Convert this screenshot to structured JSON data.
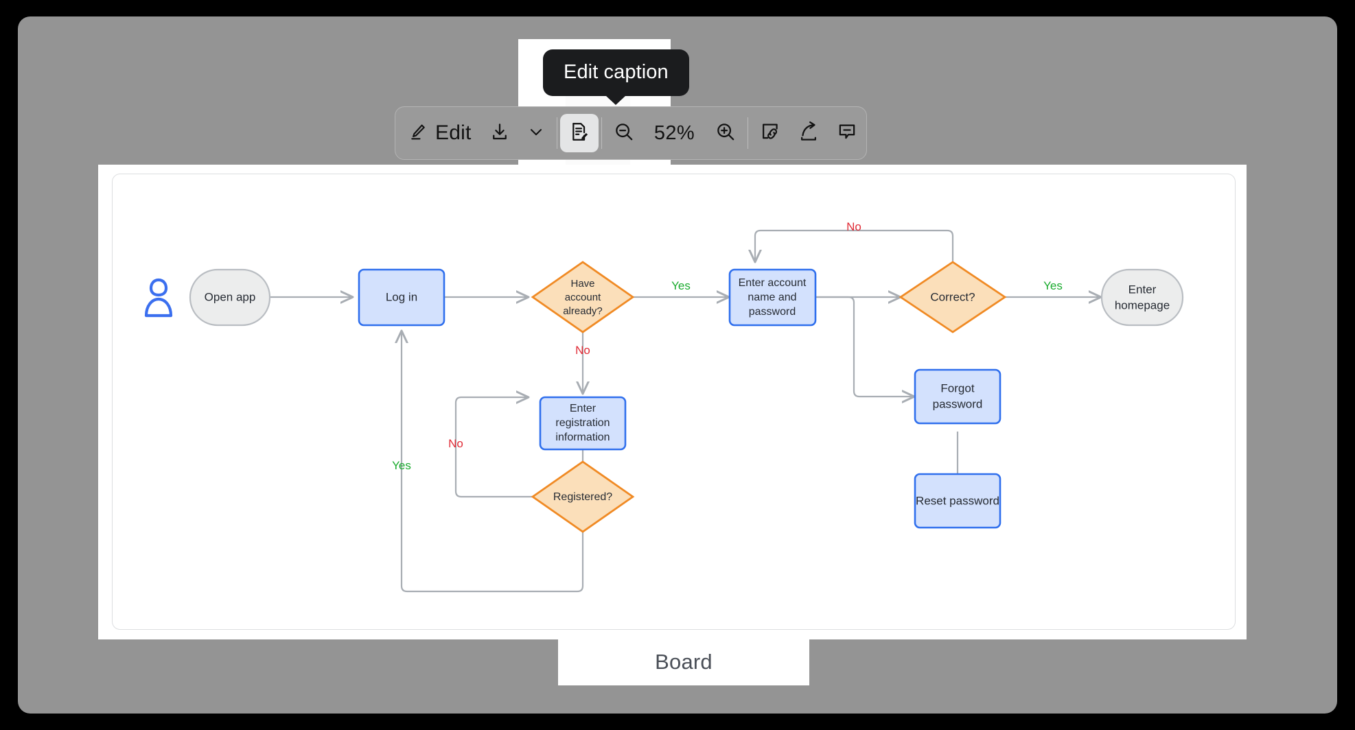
{
  "toolbar": {
    "edit_label": "Edit",
    "download_icon": "download-icon",
    "download_caret_icon": "chevron-down-icon",
    "edit_caption_icon": "document-edit-icon",
    "zoom_out_icon": "zoom-out-icon",
    "zoom_in_icon": "zoom-in-icon",
    "zoom_level": "52%",
    "copy_link_icon": "copy-link-icon",
    "share_icon": "share-icon",
    "comment_icon": "comment-icon"
  },
  "tooltip": {
    "text": "Edit caption"
  },
  "caption": {
    "text": "Board"
  },
  "chart_data": {
    "type": "diagram",
    "title": "Board",
    "diagram_kind": "flowchart",
    "colors": {
      "process_fill": "#d3e1fd",
      "process_stroke": "#2f6fed",
      "decision_fill": "#fbdfba",
      "decision_stroke": "#f08a24",
      "terminal_fill": "#eceded",
      "terminal_stroke": "#b9bdc2",
      "edge": "#a8adb3",
      "yes_label": "#1aab2e",
      "no_label": "#e02a35",
      "actor_icon": "#3b6fef"
    },
    "nodes": [
      {
        "id": "actor",
        "shape": "actor-icon",
        "label": ""
      },
      {
        "id": "open_app",
        "shape": "terminal",
        "label": "Open app"
      },
      {
        "id": "log_in",
        "shape": "process",
        "label": "Log in"
      },
      {
        "id": "have_account",
        "shape": "decision",
        "label": "Have account already?"
      },
      {
        "id": "enter_creds",
        "shape": "process",
        "label": "Enter account name and password"
      },
      {
        "id": "correct",
        "shape": "decision",
        "label": "Correct?"
      },
      {
        "id": "homepage",
        "shape": "terminal",
        "label": "Enter homepage"
      },
      {
        "id": "enter_reg",
        "shape": "process",
        "label": "Enter registration information"
      },
      {
        "id": "registered",
        "shape": "decision",
        "label": "Registered?"
      },
      {
        "id": "forgot_pw",
        "shape": "process",
        "label": "Forgot password"
      },
      {
        "id": "reset_pw",
        "shape": "process",
        "label": "Reset password"
      }
    ],
    "node_text_lines": {
      "open_app": [
        "Open app"
      ],
      "log_in": [
        "Log in"
      ],
      "have_account": [
        "Have",
        "account",
        "already?"
      ],
      "enter_creds": [
        "Enter account",
        "name and",
        "password"
      ],
      "correct": [
        "Correct?"
      ],
      "homepage": [
        "Enter",
        "homepage"
      ],
      "enter_reg": [
        "Enter",
        "registration",
        "information"
      ],
      "registered": [
        "Registered?"
      ],
      "forgot_pw": [
        "Forgot",
        "password"
      ],
      "reset_pw": [
        "Reset password"
      ]
    },
    "edges": [
      {
        "from": "actor",
        "to": "open_app",
        "label": ""
      },
      {
        "from": "open_app",
        "to": "log_in",
        "label": ""
      },
      {
        "from": "log_in",
        "to": "have_account",
        "label": ""
      },
      {
        "from": "have_account",
        "to": "enter_creds",
        "label": "Yes"
      },
      {
        "from": "have_account",
        "to": "enter_reg",
        "label": "No"
      },
      {
        "from": "enter_creds",
        "to": "correct",
        "label": ""
      },
      {
        "from": "correct",
        "to": "homepage",
        "label": "Yes"
      },
      {
        "from": "correct",
        "to": "enter_creds",
        "label": "No"
      },
      {
        "from": "enter_creds",
        "to": "forgot_pw",
        "label": ""
      },
      {
        "from": "forgot_pw",
        "to": "reset_pw",
        "label": ""
      },
      {
        "from": "enter_reg",
        "to": "registered",
        "label": ""
      },
      {
        "from": "registered",
        "to": "enter_reg",
        "label": "No"
      },
      {
        "from": "registered",
        "to": "log_in",
        "label": "Yes"
      }
    ],
    "edge_labels": {
      "have_account_yes": "Yes",
      "have_account_no": "No",
      "correct_yes": "Yes",
      "correct_no": "No",
      "registered_no": "No",
      "registered_yes": "Yes"
    }
  }
}
